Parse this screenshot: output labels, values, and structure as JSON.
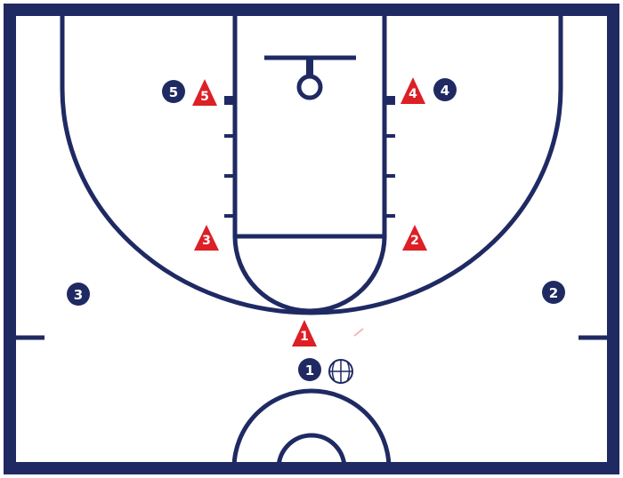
{
  "colors": {
    "court_line": "#1f2a63",
    "offense": "#1f2a63",
    "defense": "#dd1f26",
    "background": "#ffffff"
  },
  "offense_players": [
    {
      "label": "1",
      "has_ball": true
    },
    {
      "label": "2"
    },
    {
      "label": "3"
    },
    {
      "label": "4"
    },
    {
      "label": "5"
    }
  ],
  "defense_players": [
    {
      "label": "1"
    },
    {
      "label": "2"
    },
    {
      "label": "3"
    },
    {
      "label": "4"
    },
    {
      "label": "5"
    }
  ],
  "ball": {
    "icon": "basketball-icon"
  }
}
